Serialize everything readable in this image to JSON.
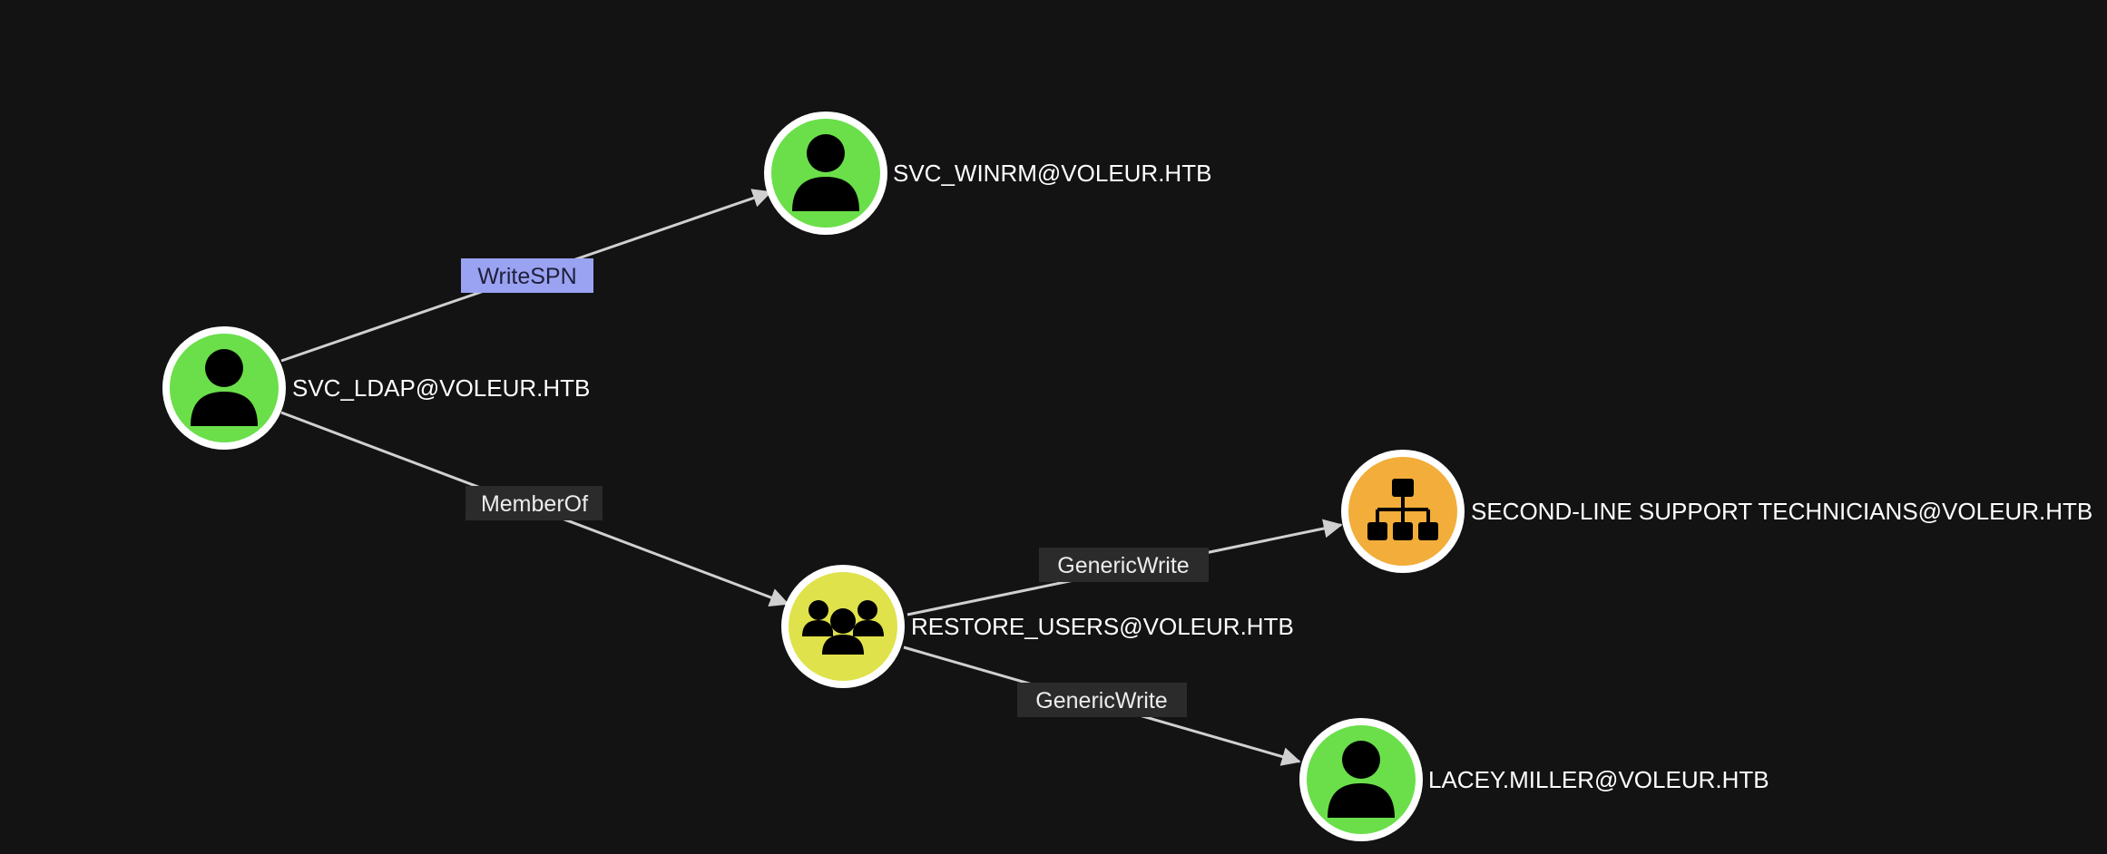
{
  "graph": {
    "nodes": {
      "svc_ldap": {
        "label": "SVC_LDAP@VOLEUR.HTB",
        "kind": "user",
        "icon": "user-icon",
        "color": "#6adf4a"
      },
      "svc_winrm": {
        "label": "SVC_WINRM@VOLEUR.HTB",
        "kind": "user",
        "icon": "user-icon",
        "color": "#6adf4a"
      },
      "restore_users": {
        "label": "RESTORE_USERS@VOLEUR.HTB",
        "kind": "group",
        "icon": "group-icon",
        "color": "#dfe24a"
      },
      "second_line": {
        "label": "SECOND-LINE SUPPORT TECHNICIANS@VOLEUR.HTB",
        "kind": "ou",
        "icon": "org-chart-icon",
        "color": "#f2ad3a"
      },
      "lacey_miller": {
        "label": "LACEY.MILLER@VOLEUR.HTB",
        "kind": "user",
        "icon": "user-icon",
        "color": "#6adf4a"
      }
    },
    "edges": {
      "writespn": {
        "label": "WriteSPN",
        "from": "svc_ldap",
        "to": "svc_winrm",
        "highlighted": true
      },
      "memberof": {
        "label": "MemberOf",
        "from": "svc_ldap",
        "to": "restore_users",
        "highlighted": false
      },
      "genericwrite_ou": {
        "label": "GenericWrite",
        "from": "restore_users",
        "to": "second_line",
        "highlighted": false
      },
      "genericwrite_user": {
        "label": "GenericWrite",
        "from": "restore_users",
        "to": "lacey_miller",
        "highlighted": false
      }
    }
  }
}
